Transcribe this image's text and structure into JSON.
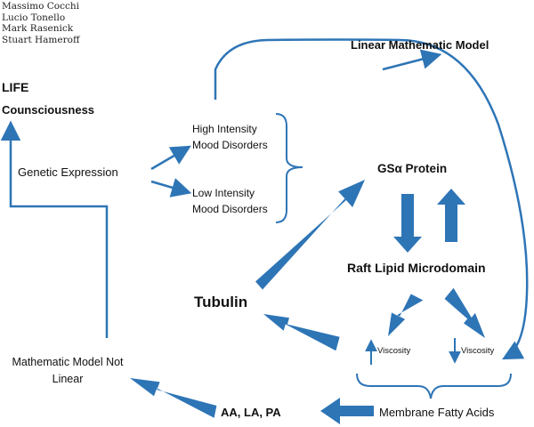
{
  "authors": [
    "Massimo Cocchi",
    "Lucio Tonello",
    "Mark Rasenick",
    "Stuart Hameroff"
  ],
  "labels": {
    "linear_model": "Linear Mathematic Model",
    "life": "LIFE",
    "consciousness": "Counsciousness",
    "genetic_expression": "Genetic Expression",
    "high_intensity_line1": "High Intensity",
    "high_intensity_line2": "Mood Disorders",
    "low_intensity_line1": "Low Intensity",
    "low_intensity_line2": "Mood Disorders",
    "gs_protein": "GSα Protein",
    "raft_lipid": "Raft Lipid Microdomain",
    "tubulin": "Tubulin",
    "viscosity_up": "Viscosity",
    "viscosity_down": "Viscosity",
    "not_linear_line1": "Mathematic Model Not",
    "not_linear_line2": "Linear",
    "aa_la_pa": "AA, LA, PA",
    "membrane_fatty_acids": "Membrane Fatty Acids"
  },
  "colors": {
    "arrow": "#2e75b6",
    "text": "#111111"
  }
}
